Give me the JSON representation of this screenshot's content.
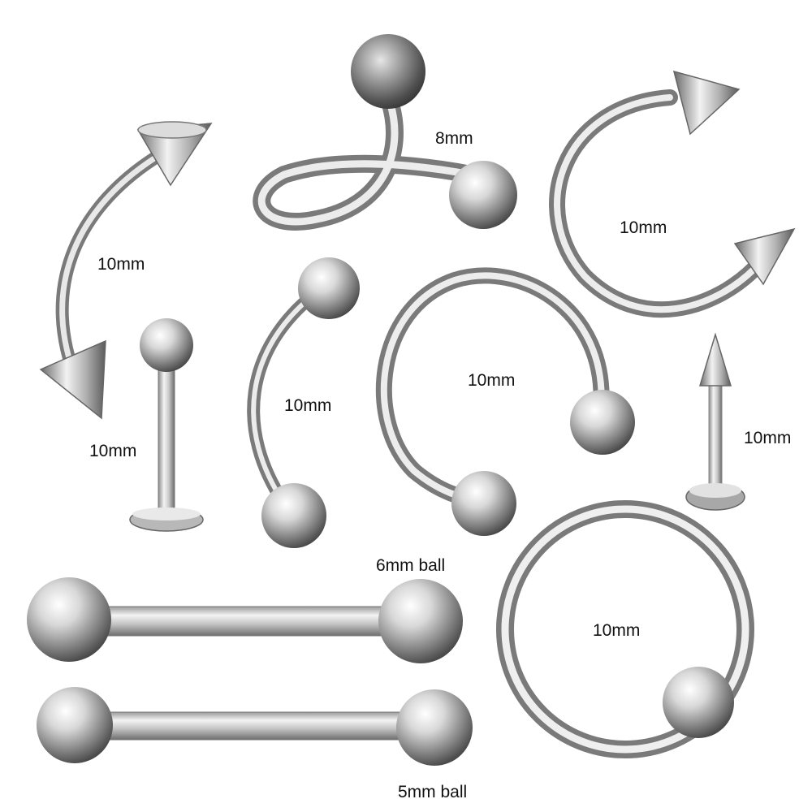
{
  "labels": {
    "spiral_twist": "8mm",
    "eyebrow_spike": "10mm",
    "horseshoe_spike": "10mm",
    "labret_ball": "10mm",
    "banana_ball": "10mm",
    "horseshoe_ball": "10mm",
    "labret_spike": "10mm",
    "barbell_6mm": "6mm ball",
    "barbell_5mm": "5mm ball",
    "captive_ring": "10mm"
  },
  "colors": {
    "background": "#ffffff",
    "steel_light": "#f2f2f2",
    "steel_mid": "#b8b8b8",
    "steel_dark": "#5a5a5a",
    "label_text": "#111111"
  }
}
